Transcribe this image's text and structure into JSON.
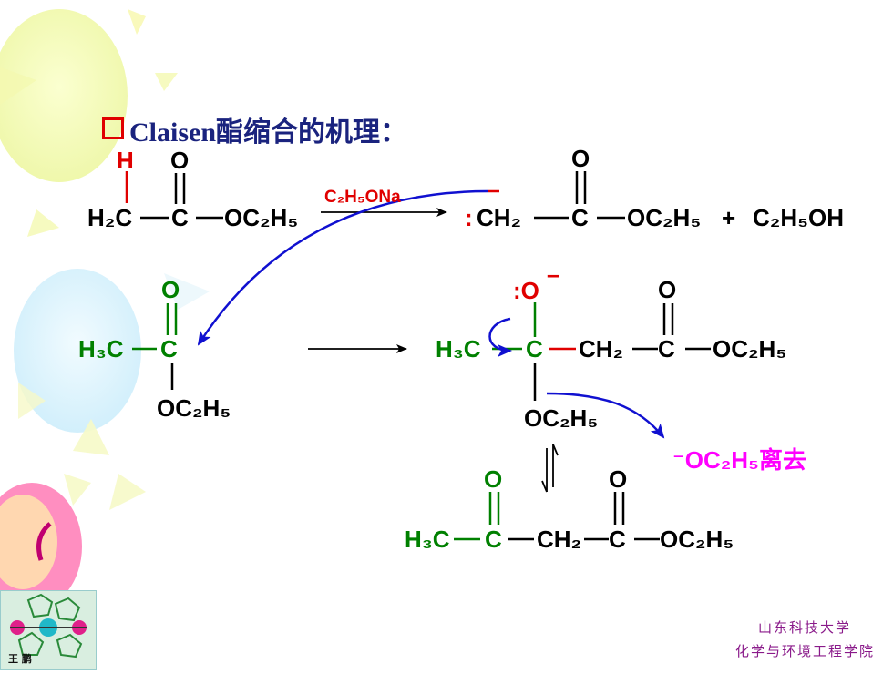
{
  "title": "Claisen酯缩合的机理：",
  "reaction": {
    "r1": {
      "H": "H",
      "O": "O",
      "H2C": "H₂C",
      "C": "C",
      "OC2H5": "OC₂H₅"
    },
    "reagent": "C₂H₅ONa",
    "p1": {
      "anion_colon": ":",
      "CH2": "CH₂",
      "O": "O",
      "C": "C",
      "OC2H5": "OC₂H₅",
      "plus": "+",
      "ethanol": "C₂H₅OH",
      "charge": "–"
    },
    "ester": {
      "O": "O",
      "H3C": "H₃C",
      "C": "C",
      "OC2H5": "OC₂H₅"
    },
    "intermediate": {
      "alkoxide": ":O",
      "charge": "–",
      "H3C": "H₃C",
      "C": "C",
      "CH2": "CH₂",
      "O": "O",
      "C2": "C",
      "OC2H5": "OC₂H₅",
      "OC2H5_bottom": "OC₂H₅"
    },
    "leaving": "⁻OC₂H₅离去",
    "product": {
      "H3C": "H₃C",
      "O1": "O",
      "C1": "C",
      "CH2": "CH₂",
      "O2": "O",
      "C2": "C",
      "OC2H5": "OC₂H₅"
    }
  },
  "author_badge": "王 鹏",
  "footer": {
    "line1": "山东科技大学",
    "line2": "化学与环境工程学院"
  },
  "colors": {
    "red": "#e00000",
    "green": "#008000",
    "blue": "#1010d0",
    "magenta": "#ff00ff",
    "title": "#1a237e",
    "footer": "#8a1a8a"
  }
}
